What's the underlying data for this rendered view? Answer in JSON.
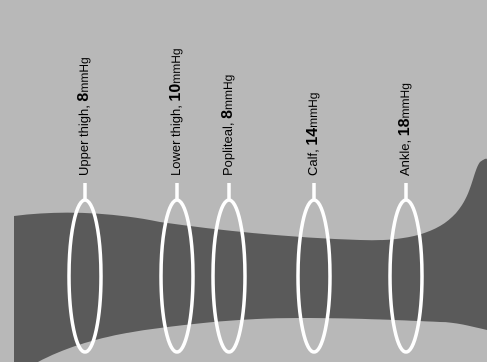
{
  "diagram": {
    "measurements": [
      {
        "site": "Upper thigh, ",
        "value": "8",
        "unit": "mmHg"
      },
      {
        "site": "Lower thigh, ",
        "value": "10",
        "unit": "mmHg"
      },
      {
        "site": "Popliteal, ",
        "value": "8",
        "unit": "mmHg"
      },
      {
        "site": "Calf, ",
        "value": "14",
        "unit": "mmHg"
      },
      {
        "site": "Ankle, ",
        "value": "18",
        "unit": "mmHg"
      }
    ],
    "colors": {
      "background": "#b8b8b8",
      "leg": "#5a5a5a",
      "ring": "#ffffff"
    }
  }
}
